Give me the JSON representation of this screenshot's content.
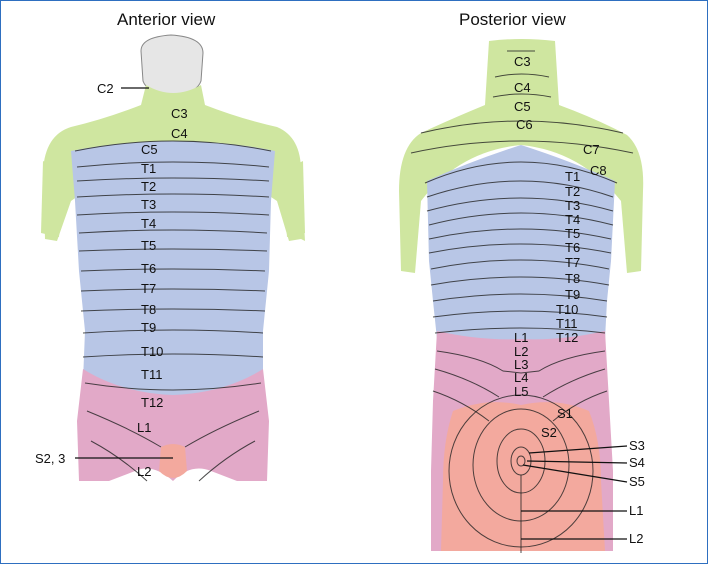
{
  "titles": {
    "anterior": "Anterior view",
    "posterior": "Posterior view"
  },
  "anterior": {
    "labels": [
      "C3",
      "C4",
      "C5",
      "T1",
      "T2",
      "T3",
      "T4",
      "T5",
      "T6",
      "T7",
      "T8",
      "T9",
      "T10",
      "T11",
      "T12",
      "L1",
      "L2"
    ],
    "callouts": [
      "C2",
      "S2, 3"
    ]
  },
  "posterior": {
    "labels": [
      "C3",
      "C4",
      "C5",
      "C6",
      "C7",
      "C8",
      "T1",
      "T2",
      "T3",
      "T4",
      "T5",
      "T6",
      "T7",
      "T8",
      "T9",
      "T10",
      "T11",
      "T12",
      "L1",
      "L2",
      "L3",
      "L4",
      "L5",
      "S1",
      "S2"
    ],
    "callouts": [
      "S3",
      "S4",
      "S5",
      "L1",
      "L2"
    ]
  },
  "colors": {
    "cervical": "#cfe6a0",
    "thoracic": "#b8c6e6",
    "lumbar": "#e2a9c8",
    "sacral": "#f3a99e",
    "skin": "#e9e3df",
    "frame": "#2e6fc0"
  }
}
